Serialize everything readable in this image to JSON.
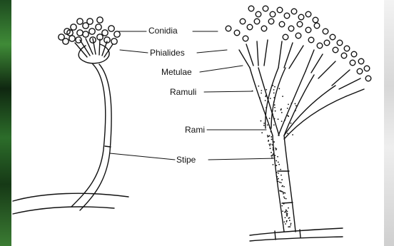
{
  "labels": {
    "conidia": "Conidia",
    "phialides": "Phialides",
    "metulae": "Metulae",
    "ramuli": "Ramuli",
    "rami": "Rami",
    "stipe": "Stipe"
  }
}
